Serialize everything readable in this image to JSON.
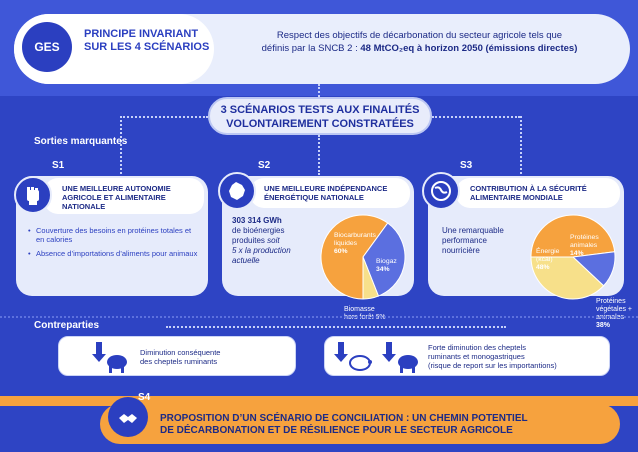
{
  "header": {
    "ges_badge": "GES",
    "title_line1": "PRINCIPE INVARIANT",
    "title_line2": "SUR LES 4 SCÉNARIOS",
    "desc_line1": "Respect des objectifs de décarbonation du secteur agricole tels que",
    "desc_line2_prefix": "définis par la SNCB 2 : ",
    "desc_line2_bold": "48 MtCO₂eq à horizon 2050 (émissions directes)"
  },
  "scenarios_title": {
    "line1": "3 SCÉNARIOS TESTS AUX FINALITÉS",
    "line2": "VOLONTAIREMENT CONSTRATÉES"
  },
  "sections": {
    "sorties": "Sorties marquantes",
    "contreparties": "Contreparties"
  },
  "s1": {
    "badge": "S1",
    "title_line1": "UNE MEILLEURE AUTONOMIE",
    "title_line2": "AGRICOLE ET ALIMENTAIRE",
    "title_line3": "NATIONALE",
    "bullets": [
      "Couverture des besoins en protéines totales et en calories",
      "Absence d’importations d’aliments pour animaux"
    ]
  },
  "s2": {
    "badge": "S2",
    "title_line1": "UNE MEILLEURE INDÉPENDANCE",
    "title_line2": "ÉNERGÉTIQUE NATIONALE",
    "value": "303 314 GWh",
    "text_line1": "de bioénergies",
    "text_line2_prefix": "produites ",
    "text_line2_italic": "soit",
    "text_line3": "5 x la production",
    "text_line4": "actuelle",
    "pie": [
      {
        "label": "Biocarburants liquides",
        "value": 60,
        "display": "60%",
        "color": "#f6a23e"
      },
      {
        "label": "Biogaz",
        "value": 34,
        "display": "34%",
        "color": "#5b6fe0"
      },
      {
        "label": "Biomasse hors forêt",
        "value": 6,
        "display": "6%",
        "color": "#f7e08a"
      }
    ],
    "ext_label_line1": "Biomasse",
    "ext_label_line2": "hors forêt 6%"
  },
  "s3": {
    "badge": "S3",
    "title_line1": "CONTRIBUTION À LA SÉCURITÉ",
    "title_line2": "ALIMENTAIRE MONDIALE",
    "text_line1": "Une remarquable",
    "text_line2": "performance",
    "text_line3": "nourricière",
    "pie": [
      {
        "label": "Énergie (kcal)",
        "value": 48,
        "display": "48%",
        "color": "#f6a23e"
      },
      {
        "label": "Protéines animales",
        "value": 14,
        "display": "14%",
        "color": "#5b6fe0"
      },
      {
        "label": "Protéines végétales + animales",
        "value": 38,
        "display": "38%",
        "color": "#f7e08a"
      }
    ],
    "ext_label_line1": "Protéines",
    "ext_label_line2": "végétales +",
    "ext_label_line3": "animales",
    "ext_label_value": "38%"
  },
  "contre": {
    "left_line1": "Diminution conséquente",
    "left_line2": "des cheptels ruminants",
    "right_line1": "Forte diminution des cheptels",
    "right_line2": "ruminants et monogastriques",
    "right_line3": "(risque de report sur les importantions)"
  },
  "s4": {
    "badge": "S4",
    "line1": "PROPOSITION D’UN SCÉNARIO DE CONCILIATION : UN CHEMIN POTENTIEL",
    "line2": "DE DÉCARBONATION ET DE RÉSILIENCE POUR LE SECTEUR AGRICOLE"
  },
  "colors": {
    "navy": "#2e44c4",
    "orange": "#f6a23e",
    "light": "#e6ebfb",
    "yellow": "#f7e08a",
    "blue_slice": "#5b6fe0"
  }
}
